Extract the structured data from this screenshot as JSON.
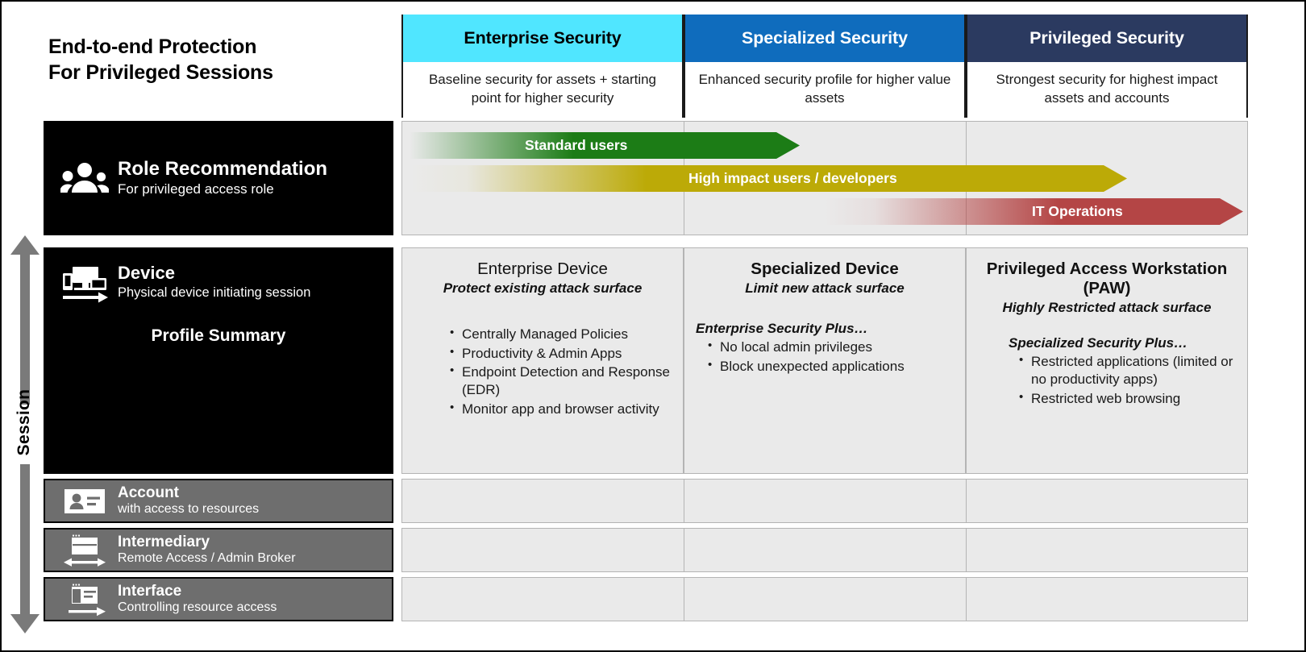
{
  "title": {
    "line1": "End-to-end Protection",
    "line2": "For Privileged Sessions"
  },
  "axis": {
    "label": "Session",
    "icon": "double-headed-vertical-arrow"
  },
  "columns": [
    {
      "id": "enterprise",
      "heading": "Enterprise Security",
      "subtitle": "Baseline security for assets + starting point for higher security",
      "band_color": "#50E6FF",
      "band_text_color": "#000000"
    },
    {
      "id": "specialized",
      "heading": "Specialized Security",
      "subtitle": "Enhanced security profile for higher value assets",
      "band_color": "#0F6CBD",
      "band_text_color": "#FFFFFF"
    },
    {
      "id": "privileged",
      "heading": "Privileged Security",
      "subtitle": "Strongest security for highest impact assets and accounts",
      "band_color": "#2B3A60",
      "band_text_color": "#FFFFFF"
    }
  ],
  "rows": {
    "role": {
      "title": "Role Recommendation",
      "subtitle": "For privileged access role",
      "icon": "people-group-icon",
      "arrows": [
        {
          "label": "Standard users",
          "color": "#1C7C16"
        },
        {
          "label": "High impact users / developers",
          "color": "#BCAA07"
        },
        {
          "label": "IT Operations",
          "color": "#B44545"
        }
      ]
    },
    "device": {
      "title": "Device",
      "subtitle": "Physical device initiating session",
      "icon": "monitor-devices-arrow-icon",
      "profile_summary_label": "Profile Summary",
      "cells": [
        {
          "title": "Enterprise Device",
          "title_bold": false,
          "subtitle": "Protect existing attack surface",
          "plus_label": "",
          "bullets": [
            "Centrally Managed Policies",
            "Productivity & Admin Apps",
            "Endpoint Detection and Response (EDR)",
            "Monitor app and browser activity"
          ]
        },
        {
          "title": "Specialized Device",
          "title_bold": true,
          "subtitle": "Limit new attack surface",
          "plus_label": "Enterprise Security Plus…",
          "bullets": [
            "No local admin privileges",
            "Block unexpected applications"
          ]
        },
        {
          "title": "Privileged Access Workstation (PAW)",
          "title_bold": true,
          "subtitle": "Highly Restricted attack surface",
          "plus_label": "Specialized Security Plus…",
          "bullets": [
            "Restricted applications (limited or no productivity apps)",
            "Restricted web browsing"
          ]
        }
      ]
    },
    "account": {
      "title": "Account",
      "subtitle": "with access to resources",
      "icon": "id-card-icon"
    },
    "intermediary": {
      "title": "Intermediary",
      "subtitle": "Remote Access / Admin Broker",
      "icon": "browser-window-bidirectional-arrow-icon"
    },
    "interface": {
      "title": "Interface",
      "subtitle": "Controlling resource access",
      "icon": "browser-window-arrow-icon"
    }
  }
}
